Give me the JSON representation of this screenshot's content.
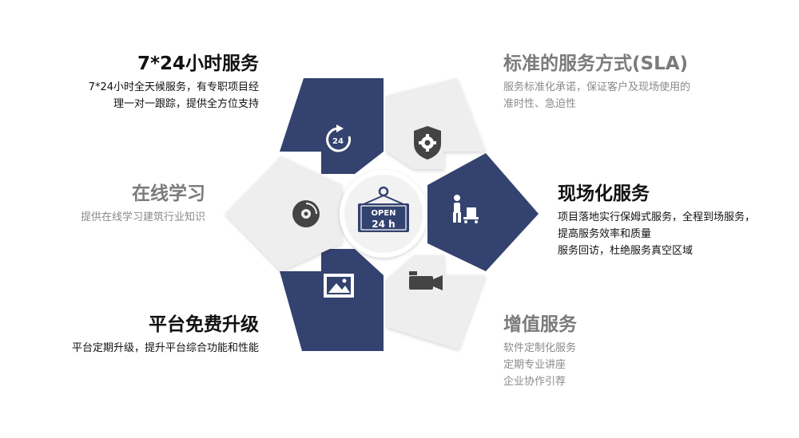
{
  "center": {
    "sign_line1": "OPEN",
    "sign_line2": "24 h"
  },
  "colors": {
    "navy": "#33426e",
    "light": "#eeeeee",
    "dark_text": "#111111",
    "gray_text": "#7b7b7b"
  },
  "items": [
    {
      "title": "7*24小时服务",
      "lines": [
        "7*24小时全天候服务，有专职项目经",
        "理一对一跟踪，提供全方位支持"
      ]
    },
    {
      "title": "标准的服务方式(SLA)",
      "lines": [
        "服务标准化承诺，保证客户及现场使用的",
        "准时性、急迫性"
      ]
    },
    {
      "title": "在线学习",
      "lines": [
        "提供在线学习建筑行业知识"
      ]
    },
    {
      "title": "现场化服务",
      "lines": [
        "项目落地实行保姆式服务，全程到场服务，",
        "提高服务效率和质量",
        "服务回访，杜绝服务真空区域"
      ]
    },
    {
      "title": "平台免费升级",
      "lines": [
        "平台定期升级，提升平台综合功能和性能"
      ]
    },
    {
      "title": "增值服务",
      "lines": [
        "软件定制化服务",
        "定期专业讲座",
        "企业协作引荐"
      ]
    }
  ]
}
